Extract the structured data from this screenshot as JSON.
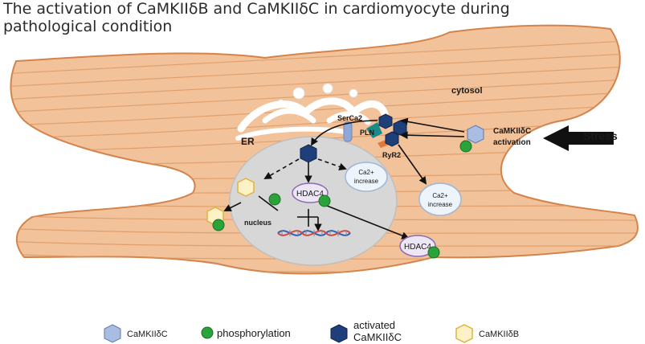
{
  "title_line1": "The activation of CaMKIIδB and CaMKIIδC in cardiomyocyte during",
  "title_line2": "pathological condition",
  "labels": {
    "cytosol": "cytosol",
    "er": "ER",
    "sercа2": "SerCa2",
    "pln": "PLN",
    "ryr2": "RyR2",
    "nucleus": "nucleus",
    "hdac4_nuclear": "HDAC4",
    "hdac4_cytosolic": "HDAC4",
    "ca_nuclear_1": "Ca2+",
    "ca_nuclear_2": "increase",
    "ca_cyto_1": "Ca2+",
    "ca_cyto_2": "increase",
    "activation_1": "CaMKIIδC",
    "activation_2": "activation",
    "stress": "Stress"
  },
  "legend": {
    "camkii_dc": "CaMKIIδC",
    "phosphorylation": "phosphorylation",
    "activated_1": "activated",
    "activated_2": "CaMKIIδC",
    "camkii_db": "CaMKIIδB"
  },
  "colors": {
    "cell": "#f2c29a",
    "cell_edge": "#d4834a",
    "nucleus": "#d7d7d7",
    "camkii_dc": "#a9bde3",
    "activated": "#1f3f7a",
    "phospho": "#2aa33b",
    "camkii_db": "#fdf1c8",
    "hdac4": "#ece6f5"
  }
}
